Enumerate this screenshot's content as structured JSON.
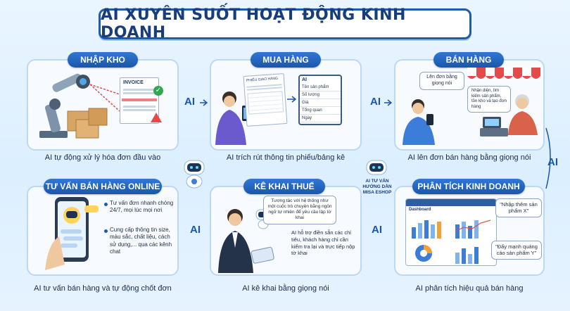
{
  "title": "AI XUYÊN SUỐT HOẠT ĐỘNG KINH DOANH",
  "ai_connector": "AI",
  "center_robot_label": "AI TƯ VẤN HƯỚNG DẪN MISA ESHOP",
  "panels": {
    "nhap_kho": {
      "heading": "NHẬP KHO",
      "caption": "AI tự động xử lý hóa đơn đầu vào",
      "invoice_title": "INVOICE"
    },
    "mua_hang": {
      "heading": "MUA HÀNG",
      "caption": "AI trích rút thông tin phiếu/bảng kê",
      "form_title": "PHIẾU GIAO HÀNG",
      "list_title": "AI",
      "list_items": [
        "Tên sản phẩm",
        "Số lượng",
        "Giá",
        "Tổng quan",
        "Ngày"
      ]
    },
    "ban_hang": {
      "heading": "BÁN HÀNG",
      "caption": "AI lên đơn bán hàng bằng giọng nói",
      "bubble_1": "Lên đơn bằng giọng nói",
      "bubble_2": "Nhận diện, tìm kiếm sản phẩm, tồn kho và tạo đơn hàng"
    },
    "tu_van": {
      "heading": "TƯ VẤN BÁN HÀNG ONLINE",
      "caption": "AI tư vấn bán hàng và tự động chốt đơn",
      "bullet_1": "Tư vấn đơn nhanh chóng 24/7, mọi lúc mọi nơi",
      "bullet_2": "Cung cấp thông tin size, màu sắc, chất liệu, cách sử dụng,... qua các kênh chat"
    },
    "ke_khai": {
      "heading": "KÊ KHAI THUẾ",
      "caption": "AI kê khai bằng giọng nói",
      "bubble_1": "Tương tác với hệ thống như một cuộc trò chuyện bằng ngôn ngữ tự nhiên để yêu cầu lập tờ khai",
      "bubble_2": "AI hỗ trợ điền sẵn các chỉ tiêu, khách hàng chỉ cần kiểm tra lại và trực tiếp nộp tờ khai"
    },
    "phan_tich": {
      "heading": "PHÂN TÍCH KINH DOANH",
      "caption": "AI phân tích hiệu quả bán hàng",
      "dashboard_title": "Dashboard",
      "bubble_1": "\"Nhập thêm sản phẩm X\"",
      "bubble_2": "\"Đẩy mạnh quảng cáo sản phẩm Y\""
    }
  },
  "colors": {
    "accent": "#1b56a8",
    "title_text": "#173e7a",
    "panel_border": "#bcd8f4",
    "background": "#e3f1ff"
  }
}
